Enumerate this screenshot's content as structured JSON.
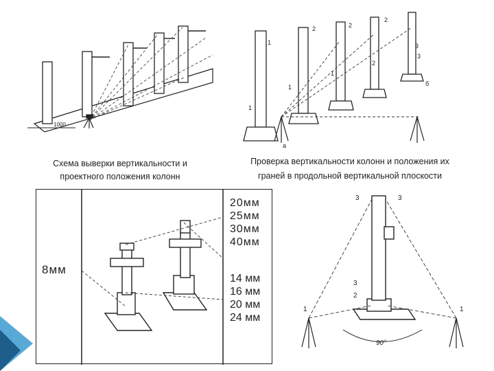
{
  "captions": {
    "top_left": [
      "Схема выверки вертикальности и",
      "проектного положения колонн"
    ],
    "top_right": [
      "Проверка вертикальности колонн и положения их",
      "граней в продольной вертикальной плоскости"
    ]
  },
  "figure_tl": {
    "dim_label": "1000"
  },
  "figure_tr": {
    "labels": [
      "1",
      "2",
      "3",
      "1",
      "2",
      "1",
      "2",
      "3",
      "1",
      "2",
      "б",
      "а"
    ]
  },
  "figure_bl": {
    "left_value": "8мм",
    "top_values": [
      "20мм",
      "25мм",
      "30мм",
      "40мм"
    ],
    "bottom_values": [
      "14 мм",
      "16 мм",
      "20 мм",
      "24 мм"
    ]
  },
  "figure_br": {
    "labels": {
      "top_left": "3",
      "top_right": "3",
      "mid_3": "3",
      "mid_2": "2",
      "left_1": "1",
      "right_1": "1",
      "angle": "90°"
    }
  },
  "colors": {
    "accent_dark": "#1d5f8a",
    "accent_light": "#59a9d8",
    "line": "#222222"
  }
}
